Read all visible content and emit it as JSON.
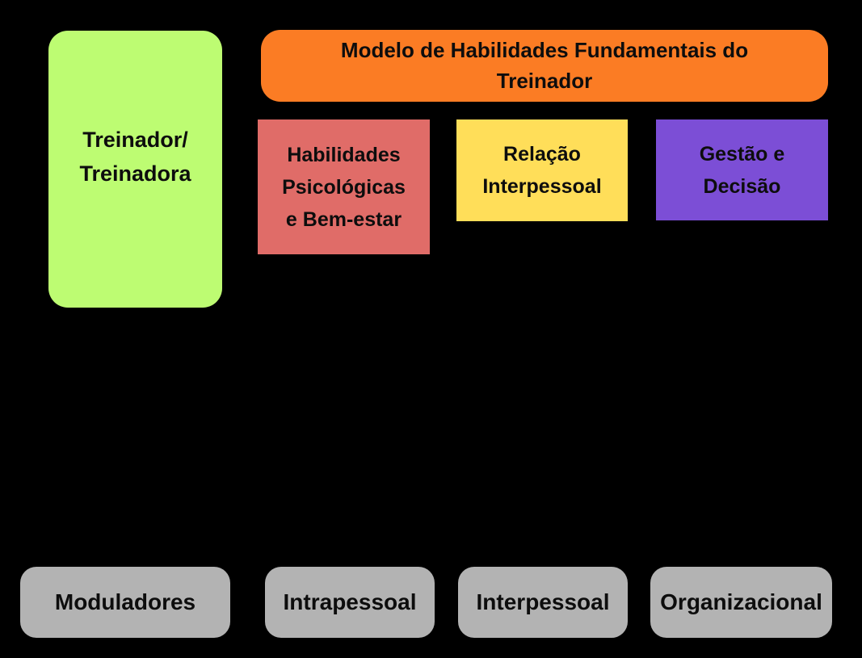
{
  "diagram": {
    "background_color": "#000000",
    "text_color": "#0d0d0d",
    "title_banner": {
      "text": "Modelo de Habilidades Fundamentais do\nTreinador",
      "color": "#FB7C24"
    },
    "coach_box": {
      "text": "Treinador/\nTreinadora",
      "color": "#BDFC72"
    },
    "skill_boxes": [
      {
        "id": "psicologicas",
        "text": "Habilidades\nPsicológicas\ne Bem-estar",
        "color": "#E06C68"
      },
      {
        "id": "relacao",
        "text": "Relação\nInterpessoal",
        "color": "#FFDE59"
      },
      {
        "id": "gestao",
        "text": "Gestão e\nDecisão",
        "color": "#7C4ED6"
      }
    ],
    "bottom_boxes": [
      {
        "id": "moduladores",
        "text": "Moduladores",
        "color": "#B3B3B3"
      },
      {
        "id": "intrapessoal",
        "text": "Intrapessoal",
        "color": "#B3B3B3"
      },
      {
        "id": "interpessoal",
        "text": "Interpessoal",
        "color": "#B3B3B3"
      },
      {
        "id": "organizacional",
        "text": "Organizacional",
        "color": "#B3B3B3"
      }
    ]
  }
}
